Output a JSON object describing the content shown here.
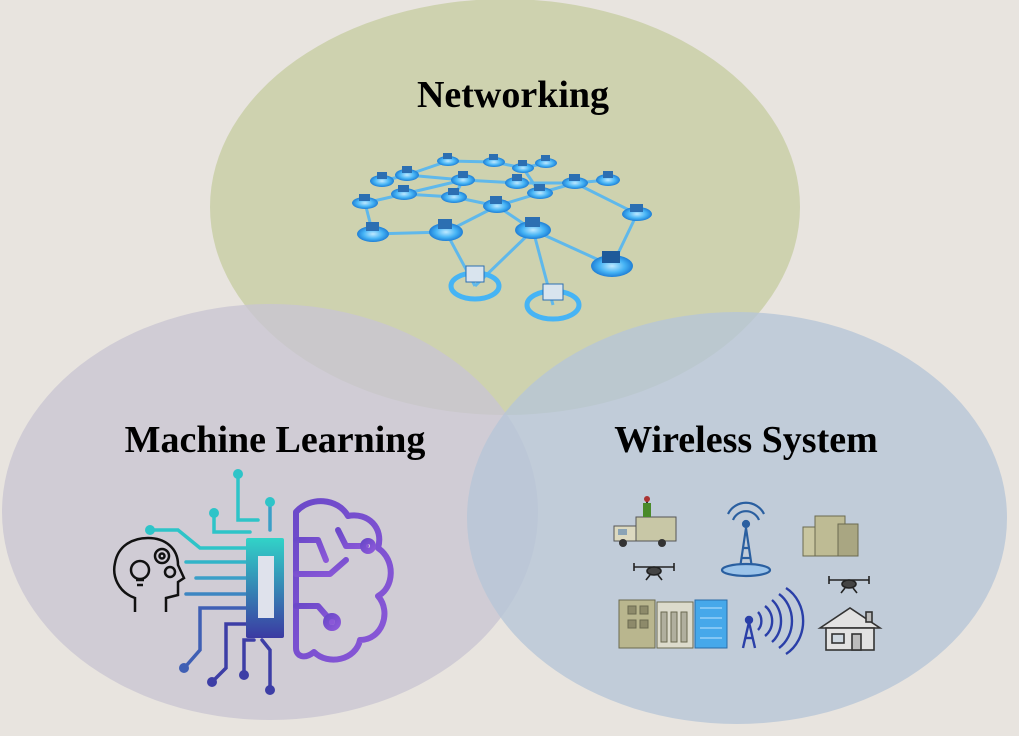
{
  "diagram": {
    "background_color": "#e8e4df",
    "circles": [
      {
        "id": "networking",
        "label": "Networking",
        "fill": "#c9cfa7",
        "icon": "network-mesh-icon"
      },
      {
        "id": "machine-learning",
        "label": "Machine Learning",
        "fill": "#c9c6d2",
        "icon": "ai-brain-circuit-icon"
      },
      {
        "id": "wireless-system",
        "label": "Wireless System",
        "fill": "#b7c6d7",
        "icon": "wireless-infrastructure-icon"
      }
    ]
  }
}
